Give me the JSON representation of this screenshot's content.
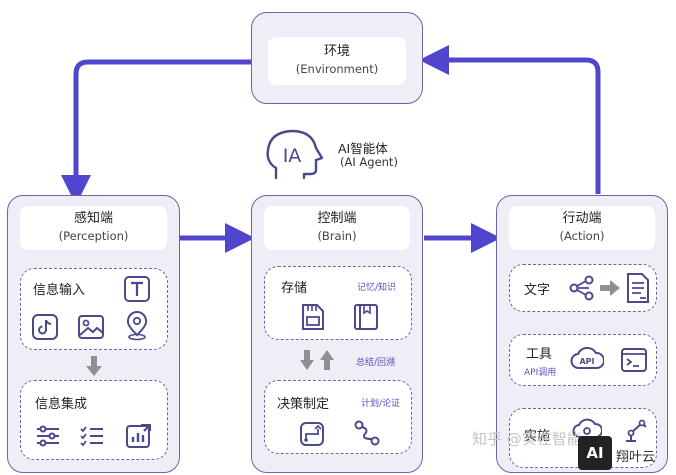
{
  "environment": {
    "title": "环境",
    "subtitle": "(Environment)"
  },
  "agent": {
    "logo_text": "IA",
    "title": "AI智能体",
    "subtitle": "(AI Agent)"
  },
  "perception": {
    "title": "感知端",
    "subtitle": "(Perception)",
    "input": {
      "label": "信息输入",
      "icons": [
        "text-icon",
        "video-icon",
        "image-icon",
        "location-icon"
      ]
    },
    "integration": {
      "label": "信息集成",
      "icons": [
        "list-filter-icon",
        "checklist-icon",
        "chart-icon"
      ]
    }
  },
  "brain": {
    "title": "控制端",
    "subtitle": "(Brain)",
    "storage": {
      "label": "存储",
      "sublabel": "记忆/知识",
      "icons": [
        "memory-card-icon",
        "book-icon"
      ]
    },
    "middle_label": "总结/回溯",
    "decision": {
      "label": "决策制定",
      "sublabel": "计划/论证",
      "icons": [
        "route-icon",
        "path-icon"
      ]
    }
  },
  "action": {
    "title": "行动端",
    "subtitle": "(Action)",
    "text": {
      "label": "文字",
      "icons": [
        "share-icon",
        "arrow-icon",
        "document-icon"
      ]
    },
    "tools": {
      "label": "工具",
      "sublabel": "API调用",
      "icons": [
        "api-cloud-icon",
        "terminal-icon"
      ]
    },
    "embodied": {
      "label": "实施",
      "icons": [
        "cloud-gear-icon",
        "robot-arm-icon"
      ]
    }
  },
  "watermark": {
    "text": "知乎 @实在智能",
    "logo": "AI",
    "brand": "翔叶云"
  },
  "colors": {
    "arrow": "#5145cd",
    "border": "#6c63a8",
    "panel": "#efeef7",
    "icon": "#4a4a8a"
  }
}
